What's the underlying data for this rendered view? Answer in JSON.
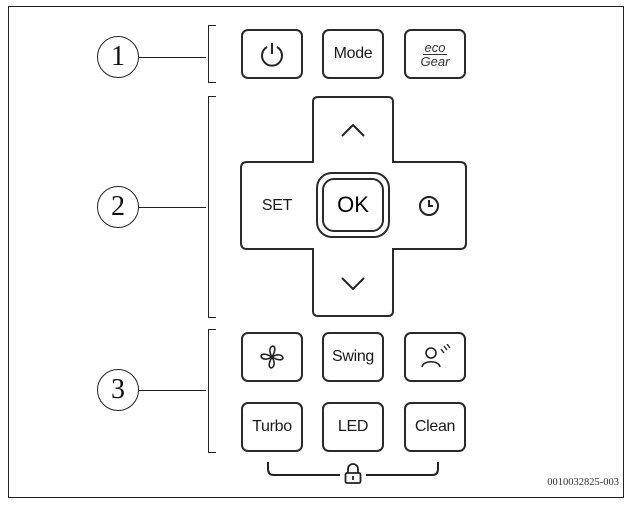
{
  "callouts": [
    "1",
    "2",
    "3"
  ],
  "row1": {
    "power_icon": "power-icon",
    "mode_label": "Mode",
    "eco_top": "eco",
    "eco_bottom": "Gear"
  },
  "dpad": {
    "up_icon": "chevron-up-icon",
    "down_icon": "chevron-down-icon",
    "set_label": "SET",
    "ok_label": "OK",
    "timer_icon": "clock-icon"
  },
  "row3": {
    "fan_icon": "fan-icon",
    "swing_label": "Swing",
    "follow_icon": "person-signal-icon",
    "turbo_label": "Turbo",
    "led_label": "LED",
    "clean_label": "Clean",
    "lock_icon": "lock-icon"
  },
  "reference_code": "0010032825-003"
}
